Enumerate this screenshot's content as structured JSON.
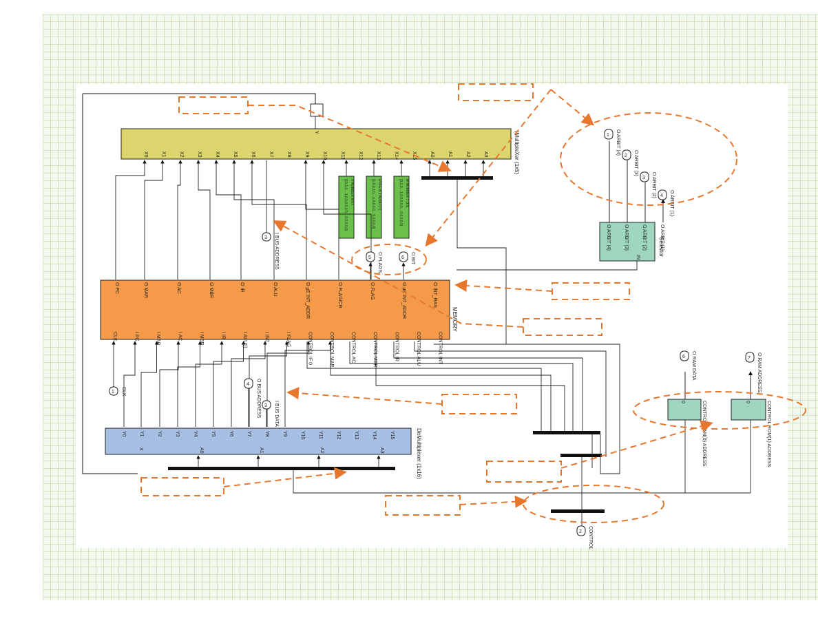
{
  "multiplexer": {
    "title": "(MultipleXer (1x5)",
    "output": "Y",
    "inputs": [
      "X0",
      "X1",
      "X2",
      "X3",
      "X4",
      "X5",
      "X6",
      "X7",
      "X8",
      "X9",
      "X10",
      "X11",
      "X12",
      "X13",
      "X14",
      "X15"
    ],
    "selects": [
      "A0",
      "A1",
      "A2",
      "A3"
    ]
  },
  "constants": [
    {
      "line1": "[13,1,0,...1,0,0,0,0,0,0,...0,0,0,0,0]",
      "line2": "X NUMBER M13"
    },
    {
      "line1": "[1,0,0,1,0,...1,0,0,0,0,...0,0,0,0,0]",
      "line2": "ROLE B 1 ADDR [?]"
    },
    {
      "line1": "[3,1,0,...1,0,0,0,0,0,...0,0,0,0,0]",
      "line2": "M NUMBER 1 [13]"
    }
  ],
  "memory": {
    "title": "MEMORY",
    "outputs": [
      "O PC",
      "O MAR",
      "O AC",
      "O MBR",
      "O IR",
      "O ALU",
      "O µE INT_ADDR",
      "O FLAG/CR",
      "O FLAG",
      "O µE INT_ADDR",
      "O INT_RAS"
    ],
    "inputs": [
      "CLK",
      "I PC",
      "I MAR",
      "I AC",
      "I MBR",
      "I IR",
      "I ALU(I)",
      "I INT",
      "I FLAG",
      "CONTROL IF 0",
      "CONTROL MAR",
      "CONTROL AC",
      "CONTROL MBR",
      "CONTROL IR",
      "CONTROL ALU",
      "CONTROL INT"
    ]
  },
  "demultiplexer": {
    "title": "DeMultiplexer (1x16)",
    "outputs": [
      "Y0",
      "Y1",
      "Y2",
      "Y3",
      "Y4",
      "Y5",
      "Y6",
      "Y7",
      "Y8",
      "Y9",
      "Y10",
      "Y11",
      "Y12",
      "Y13",
      "Y14",
      "Y15"
    ],
    "inputs": [
      "X",
      "A0",
      "A1",
      "A2",
      "A3"
    ]
  },
  "selector": {
    "title": "Selector",
    "ports": [
      "O ARBIT (4)",
      "O ARBIT (3)",
      "O ARBIT (2)",
      "O ARBIT (1)"
    ],
    "input": "IN"
  },
  "controls": [
    {
      "port": "0",
      "label": "CONTROL RAM(0) ADDRESS"
    },
    {
      "port": "0",
      "label": "CONTROL ROM(1) ADDRESS"
    }
  ],
  "ports": {
    "clk": {
      "num": "1",
      "label": "CLK"
    },
    "control": {
      "num": "2",
      "label": "CONTROL"
    },
    "bus_addr": {
      "num": "3",
      "label": "I BUS ADDRESS"
    },
    "bus_data": {
      "num": "3",
      "label": "I BUS DATA"
    },
    "bus_addr2": {
      "num": "4",
      "label": "O BUS ADDRESS"
    },
    "flags": {
      "num": "5",
      "label": "O FLAGS"
    },
    "bit": {
      "num": "6",
      "label": "O BIT"
    },
    "ram_data": {
      "num": "6",
      "label": "O RAM DATA"
    },
    "ram_addr": {
      "num": "7",
      "label": "O RAM ADDRESS"
    },
    "arb1": {
      "num": "1",
      "label": "O ARBIT (4)"
    },
    "arb2": {
      "num": "2",
      "label": "O ARBIT (3)"
    },
    "arb3": {
      "num": "3",
      "label": "O ARBIT (2)"
    },
    "arb4": {
      "num": "4",
      "label": "O ARBIT (1)"
    }
  },
  "colors": {
    "mux": "#dcd56e",
    "memory": "#f49a48",
    "demux": "#a7bfe2",
    "selector": "#9ed6bf",
    "constant": "#6bbf4b",
    "callout": "#e8772e",
    "grid": "#cfe3bf"
  }
}
